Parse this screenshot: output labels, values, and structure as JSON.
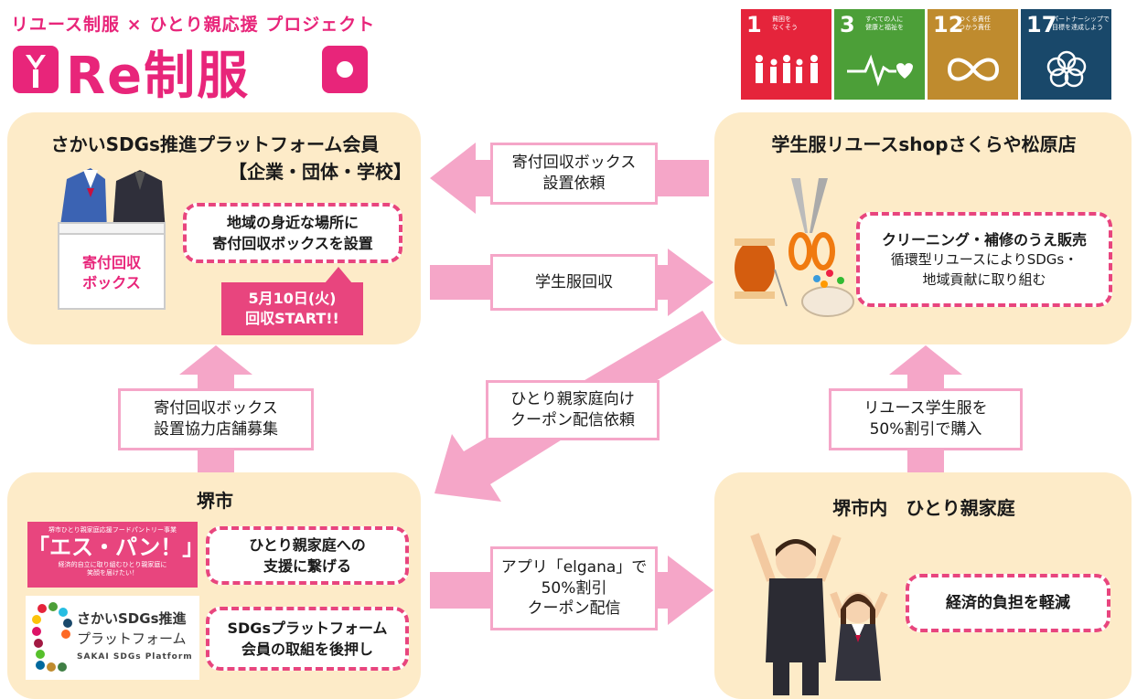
{
  "header": {
    "subtitle": "リユース制服 × ひとり親応援 プロジェクト",
    "logo_text": "Re制服",
    "sdg_goals": [
      {
        "num": "1",
        "caption": "貧困を\nなくそう",
        "color": "#e5243b",
        "icon": "family-icon"
      },
      {
        "num": "3",
        "caption": "すべての人に\n健康と福祉を",
        "color": "#4c9f38",
        "icon": "heartbeat-icon"
      },
      {
        "num": "12",
        "caption": "つくる責任\nつかう責任",
        "color": "#bf8b2e",
        "icon": "infinity-icon"
      },
      {
        "num": "17",
        "caption": "パートナーシップで\n目標を達成しよう",
        "color": "#19486a",
        "icon": "flower-icon"
      }
    ]
  },
  "panels": {
    "members": {
      "title": "さかいSDGs推進プラットフォーム会員",
      "subtitle": "【企業・団体・学校】",
      "box_label": "寄付回収\nボックス",
      "callout": "地域の身近な場所に\n寄付回収ボックスを設置",
      "start_badge": "5月10日(火)\n回収START!!"
    },
    "shop": {
      "title": "学生服リユースshopさくらや松原店",
      "callout_bold": "クリーニング・補修のうえ販売",
      "callout_text": "循環型リユースによりSDGs・\n地域貢献に取り組む"
    },
    "city": {
      "title": "堺市",
      "espan_small": "堺市ひとり親家庭応援フードパントリー事業",
      "espan_title": "「エス・パン！」",
      "espan_sub": "経済的自立に取り組むひとり親家庭に\n笑顔を届けたい！",
      "sakai_logo_line1": "さかいSDGs推進",
      "sakai_logo_line2": "プラットフォーム",
      "sakai_logo_en": "SAKAI SDGs Platform",
      "callout1": "ひとり親家庭への\n支援に繋げる",
      "callout2": "SDGsプラットフォーム\n会員の取組を後押し"
    },
    "family": {
      "title": "堺市内　ひとり親家庭",
      "callout": "経済的負担を軽減"
    }
  },
  "arrows": {
    "request_box": "寄付回収ボックス\n設置依頼",
    "collect": "学生服回収",
    "coupon_request": "ひとり親家庭向け\nクーポン配信依頼",
    "recruit": "寄付回収ボックス\n設置協力店舗募集",
    "purchase": "リユース学生服を\n50%割引で購入",
    "coupon": "アプリ「elgana」で\n50%割引\nクーポン配信"
  },
  "colors": {
    "pink": "#f5a6c8",
    "magenta": "#e8457e",
    "panel": "#fdebc8",
    "logo": "#e8257a"
  }
}
